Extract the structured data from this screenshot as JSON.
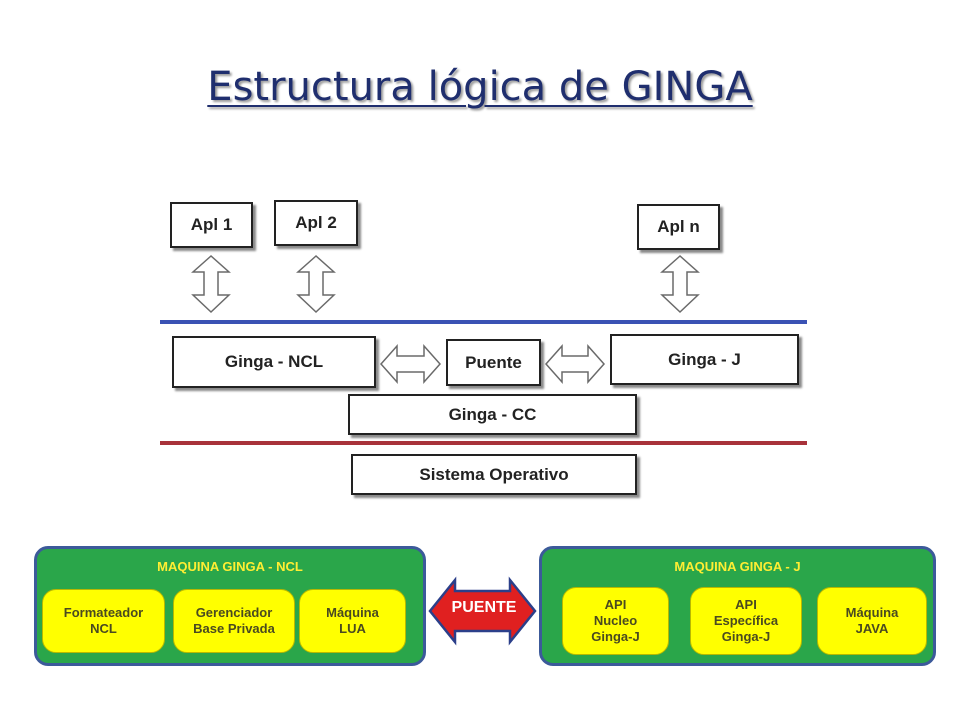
{
  "title": "Estructura lógica de GINGA",
  "architecture": {
    "apps": [
      "Apl 1",
      "Apl 2",
      "Apl n"
    ],
    "ginga_ncl": "Ginga - NCL",
    "puente": "Puente",
    "ginga_j": "Ginga - J",
    "ginga_cc": "Ginga - CC",
    "os": "Sistema Operativo",
    "colors": {
      "upper_line": "#3a52b4",
      "lower_line": "#a8323a"
    }
  },
  "machines": {
    "ncl": {
      "title": "MAQUINA GINGA - NCL",
      "modules": [
        "Formateador\nNCL",
        "Gerenciador\nBase Privada",
        "Máquina\nLUA"
      ]
    },
    "j": {
      "title": "MAQUINA GINGA - J",
      "modules": [
        "API\nNucleo\nGinga-J",
        "API\nEspecífica\nGinga-J",
        "Máquina\nJAVA"
      ]
    },
    "bridge": "PUENTE",
    "colors": {
      "panel": "#2aa64a",
      "module": "#ffff00",
      "title_text": "#ffee33",
      "bridge": "#e02020"
    }
  }
}
